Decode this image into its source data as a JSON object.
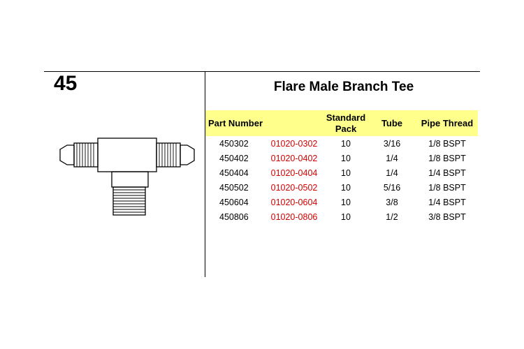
{
  "section_number": "45",
  "title": "Flare Male Branch Tee",
  "table": {
    "headers": {
      "part_number": "Part Number",
      "code": "",
      "standard_pack": "Standard Pack",
      "tube": "Tube",
      "pipe_thread": "Pipe Thread"
    },
    "rows": [
      {
        "part_number": "450302",
        "code": "01020-0302",
        "standard_pack": "10",
        "tube": "3/16",
        "pipe_thread": "1/8 BSPT"
      },
      {
        "part_number": "450402",
        "code": "01020-0402",
        "standard_pack": "10",
        "tube": "1/4",
        "pipe_thread": "1/8 BSPT"
      },
      {
        "part_number": "450404",
        "code": "01020-0404",
        "standard_pack": "10",
        "tube": "1/4",
        "pipe_thread": "1/4 BSPT"
      },
      {
        "part_number": "450502",
        "code": "01020-0502",
        "standard_pack": "10",
        "tube": "5/16",
        "pipe_thread": "1/8 BSPT"
      },
      {
        "part_number": "450604",
        "code": "01020-0604",
        "standard_pack": "10",
        "tube": "3/8",
        "pipe_thread": "1/4 BSPT"
      },
      {
        "part_number": "450806",
        "code": "01020-0806",
        "standard_pack": "10",
        "tube": "1/2",
        "pipe_thread": "3/8 BSPT"
      }
    ]
  },
  "colors": {
    "header_bg": "#ffff8c",
    "code_text": "#d30000"
  }
}
